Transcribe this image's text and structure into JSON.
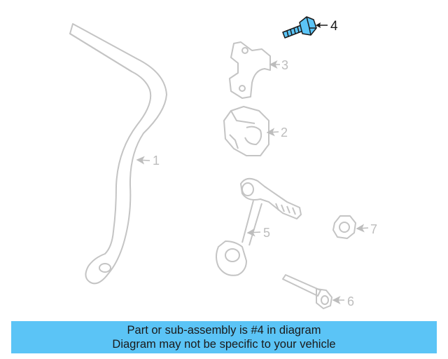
{
  "callouts": {
    "c1": "1",
    "c2": "2",
    "c3": "3",
    "c4": "4",
    "c5": "5",
    "c6": "6",
    "c7": "7"
  },
  "highlight_part": "4",
  "colors": {
    "part_outline": "#c4c4c4",
    "highlight_fill": "#5bc4f6",
    "highlight_outline": "#1a1a1a",
    "banner_bg": "#5bc4f6"
  },
  "banner": {
    "line1": "Part or sub-assembly is #4 in diagram",
    "line2": "Diagram may not be specific to your vehicle"
  }
}
